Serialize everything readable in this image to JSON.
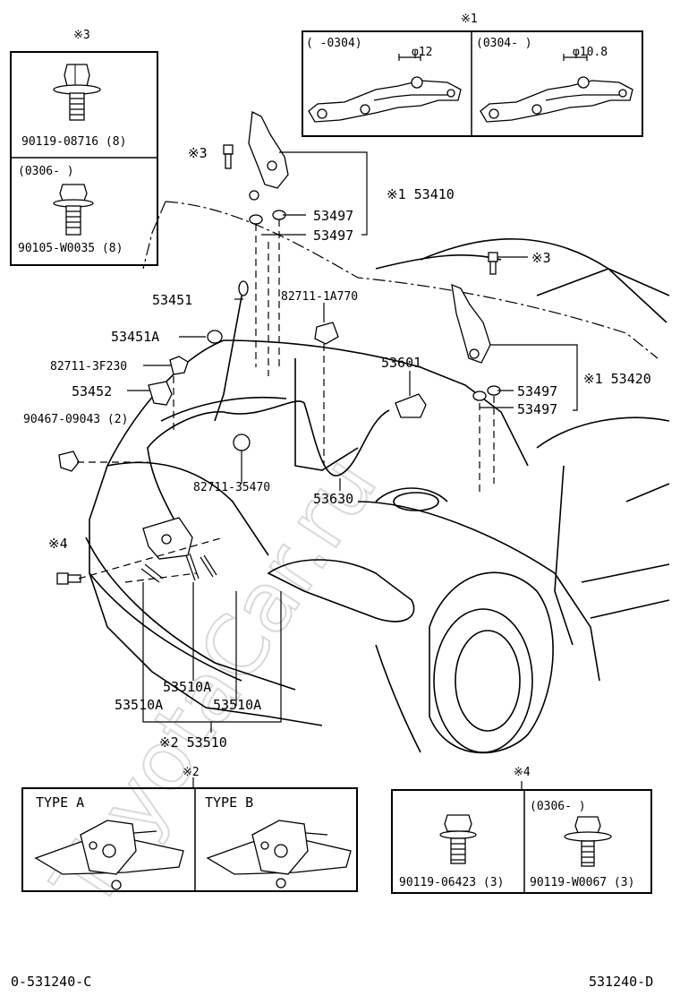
{
  "notes": {
    "n1": "※1",
    "n2": "※2",
    "n3": "※3",
    "n4": "※4"
  },
  "inset_hinge": {
    "left_range": "(     -0304)",
    "left_dim": "φ12",
    "right_range": "(0304-     )",
    "right_dim": "φ10.8"
  },
  "inset_bolt3": {
    "part_a": "90119-08716 (8)",
    "range_b": "(0306-      )",
    "part_b": "90105-W0035 (8)"
  },
  "inset_lock": {
    "type_a": "TYPE  A",
    "type_b": "TYPE  B"
  },
  "inset_bolt4": {
    "part_a": "90119-06423 (3)",
    "range_b": "(0306-      )",
    "part_b": "90119-W0067 (3)"
  },
  "labels": {
    "hinge_l_set": "※1 53410",
    "hinge_l_cushion_1": "53497",
    "hinge_l_cushion_2": "53497",
    "bolt3_top": "※3",
    "bolt3_right": "※3",
    "hinge_r_set": "※1 53420",
    "hinge_r_cushion_1": "53497",
    "hinge_r_cushion_2": "53497",
    "support_rod": "53451",
    "support_holder": "53451A",
    "clamp_3f230": "82711-3F230",
    "clamp_1a770": "82711-1A770",
    "rod_holder": "53452",
    "clip_90467": "90467-09043 (2)",
    "clamp_35470": "82711-35470",
    "lever_53601": "53601",
    "cable_53630": "53630",
    "bolt4": "※4",
    "lock_53510a_center": "53510A",
    "lock_53510a_left": "53510A",
    "lock_53510a_right": "53510A",
    "lock_assy": "※2 53510"
  },
  "footer": {
    "left_code": "0-531240-C",
    "right_code": "531240-D"
  },
  "watermark": "ToyotaCar.ru"
}
